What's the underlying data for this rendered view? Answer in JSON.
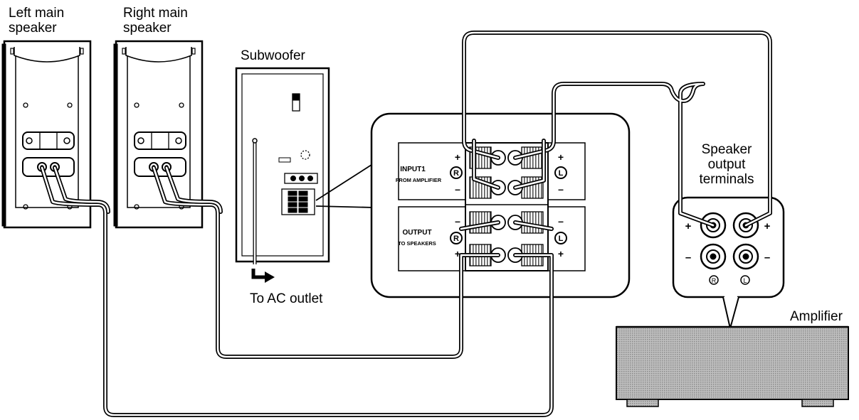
{
  "labels": {
    "left_speaker_line1": "Left main",
    "left_speaker_line2": "speaker",
    "right_speaker_line1": "Right main",
    "right_speaker_line2": "speaker",
    "subwoofer": "Subwoofer",
    "ac_outlet": "To AC outlet",
    "terminals_line1": "Speaker",
    "terminals_line2": "output",
    "terminals_line3": "terminals",
    "amplifier": "Amplifier"
  },
  "panel": {
    "input_title": "INPUT1",
    "input_sub": "FROM AMPLIFIER",
    "output_title": "OUTPUT",
    "output_sub": "TO SPEAKERS",
    "plus": "+",
    "minus": "–",
    "ch_r": "R",
    "ch_l": "L"
  },
  "amp_terminals": {
    "plus": "+",
    "minus": "–",
    "ch_r": "R",
    "ch_l": "L"
  }
}
